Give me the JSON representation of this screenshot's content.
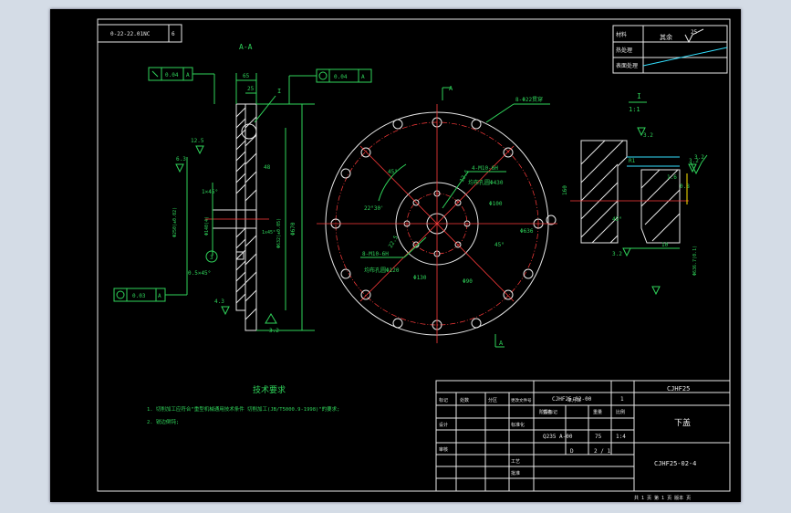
{
  "corner_label": "0-22-22.01NC",
  "corner_cell": "6",
  "section_title": "A-A",
  "tolerance_flat": "0.04",
  "tolerance_flat_ref": "A",
  "tolerance_runout": "0.04",
  "tolerance_runout_ref": "A",
  "tolerance_bottom": "0.03",
  "tolerance_bottom_ref": "A",
  "dim_65": "65",
  "dim_25": "25",
  "dim_48": "48",
  "detail_marker": "I",
  "dim_12_5": "12.5",
  "dim_6_3": "6.3",
  "dim_chamfer_top": "1×45°",
  "dim_chamfer_bottom": "0.5×45°",
  "dim_1x45": "1x45°",
  "dim_4_3": "4.3",
  "dim_3_2": "3.2",
  "dim_670": "Φ670",
  "circle_ref": "3",
  "section_mark_a": "A",
  "label_holes_top": "8-Φ22贯穿",
  "label_angle_45a": "45°",
  "label_angle_45b": "45°",
  "label_angle_22": "22°30'",
  "label_m10": "4-M10-6H",
  "label_holes_small": "均布孔圆Φ430",
  "label_m10b": "8-M10-6H",
  "label_hole_eq": "均布孔圆Φ120",
  "label_d100": "Φ100",
  "label_d90": "Φ90",
  "label_d130": "Φ130",
  "label_d636": "Φ636",
  "label_12_5": "12.5",
  "detail_title": "I",
  "detail_scale": "1:1",
  "detail_3_2a": "3.2",
  "detail_3_2b": "3.2",
  "detail_10": "10",
  "detail_1_6": "1.6",
  "detail_0_8": "0.8",
  "detail_r1": "R1",
  "detail_dim": "Φ636.7(0.1)",
  "detail_angle": "45°",
  "detail_3_2c": "3.2",
  "surface_finish": "3.2",
  "surface_other": "其余",
  "tr_r1": "材料",
  "tr_r1v": "25",
  "tr_r2": "热处理",
  "tr_r3": "表面处理",
  "tech_title": "技术要求",
  "tech_line1": "1. 切削加工应符合\"重型机械通用技术条件 切削加工(JB/T5000.9-1998)\"的要求;",
  "tech_line2": "2. 锐边倒钝;",
  "tb_code": "CJHF25-02-00",
  "tb_qty": "1",
  "tb_company": "CJHF25",
  "tb_part_name": "下盖",
  "tb_drawing_no": "CJHF25-02-4",
  "tb_material": "Q235 A-00",
  "tb_scale": "1:4",
  "tb_scale_label": "比例",
  "tb_mass": "75",
  "tb_sheet": "2 / 1",
  "tb_stage": "D",
  "tb_stage_label": "阶段标记",
  "tb_weight_label": "重量",
  "tb_mark": "标记",
  "tb_count": "处数",
  "tb_zone": "分区",
  "tb_change": "更改文件号",
  "tb_sign": "签名",
  "tb_date": "年月日",
  "tb_design": "设计",
  "tb_std": "标准化",
  "tb_check": "审核",
  "tb_craft": "工艺",
  "tb_approve": "批准",
  "tb_bottom": "共 1 页  第 1 页  版本  页"
}
